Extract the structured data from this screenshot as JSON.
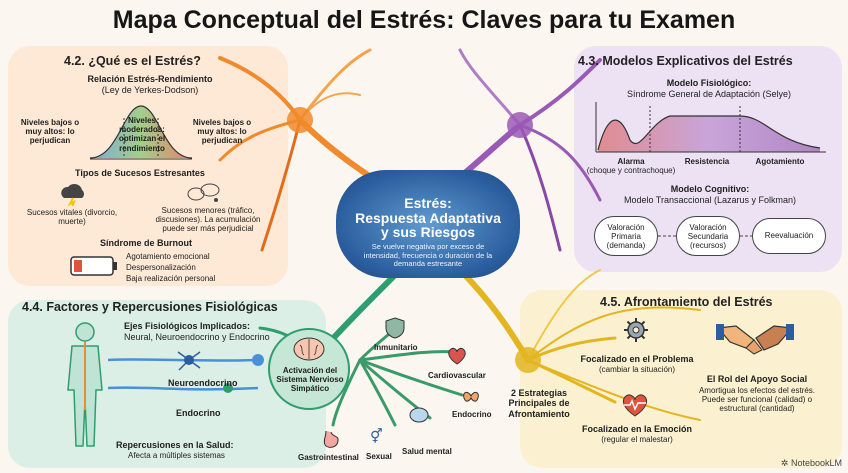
{
  "title": "Mapa Conceptual del Estrés: Claves para tu Examen",
  "center": {
    "title_line1": "Estrés:",
    "title_line2": "Respuesta Adaptativa",
    "title_line3": "y sus Riesgos",
    "subtitle": "Se vuelve negativa por exceso de intensidad, frecuencia o duración de la demanda estresante"
  },
  "s42": {
    "heading": "4.2. ¿Qué es el Estrés?",
    "curve_title": "Relación Estrés-Rendimiento",
    "curve_subtitle": "(Ley de Yerkes-Dodson)",
    "left_label": "Niveles bajos o muy altos: lo perjudican",
    "mid_label": "Niveles moderados: optimizan el rendimiento",
    "right_label": "Niveles bajos o muy altos: lo perjudican",
    "events_title": "Tipos de Sucesos Estresantes",
    "vital": "Sucesos vitales (divorcio, muerte)",
    "minor": "Sucesos menores (tráfico, discusiones). La acumulación puede ser más perjudicial",
    "burnout_title": "Síndrome de Burnout",
    "burnout_items": [
      "Agotamiento emocional",
      "Despersonalización",
      "Baja realización personal"
    ]
  },
  "s43": {
    "heading": "4.3. Modelos Explicativos del Estrés",
    "phys_title": "Modelo Fisiológico:",
    "phys_subtitle": "Síndrome General de Adaptación (Selye)",
    "alarm": "Alarma",
    "alarm_sub": "(choque y contrachoque)",
    "resistance": "Resistencia",
    "exhaustion": "Agotamiento",
    "cog_title": "Modelo Cognitivo:",
    "cog_subtitle": "Modelo Transaccional (Lazarus y Folkman)",
    "primary": "Valoración Primaria (demanda)",
    "secondary": "Valoración Secundaria (recursos)",
    "reeval": "Reevaluación"
  },
  "s44": {
    "heading": "4.4. Factores y Repercusiones Fisiológicas",
    "axes_title": "Ejes Fisiológicos Implicados:",
    "axes_sub": "Neural, Neuroendocrino y Endocrino",
    "neuro": "Neuroendocrino",
    "endo": "Endocrino",
    "health_title": "Repercusiones en la Salud:",
    "health_sub": "Afecta a múltiples sistemas",
    "activation": "Activación del Sistema Nervioso Simpático",
    "systems": {
      "inmunitario": "Inmunitario",
      "cardiovascular": "Cardiovascular",
      "endocrino": "Endocrino",
      "salud_mental": "Salud mental",
      "sexual": "Sexual",
      "gastro": "Gastrointestinal"
    }
  },
  "s45": {
    "heading": "4.5. Afrontamiento del Estrés",
    "strategies": "2 Estrategias Principales de Afrontamiento",
    "problem": "Focalizado en el Problema",
    "problem_sub": "(cambiar la situación)",
    "emotion": "Focalizado en la Emoción",
    "emotion_sub": "(regular el malestar)",
    "support_title": "El Rol del Apoyo Social",
    "support_sub": "Amortigua los efectos del estrés. Puede ser funcional (calidad) o estructural (cantidad)"
  },
  "footer": "NotebookLM",
  "colors": {
    "orange": "#f08a2c",
    "purple": "#9b59b6",
    "green": "#2e9e6e",
    "yellow": "#e3b521",
    "blue": "#2b5e9e"
  }
}
